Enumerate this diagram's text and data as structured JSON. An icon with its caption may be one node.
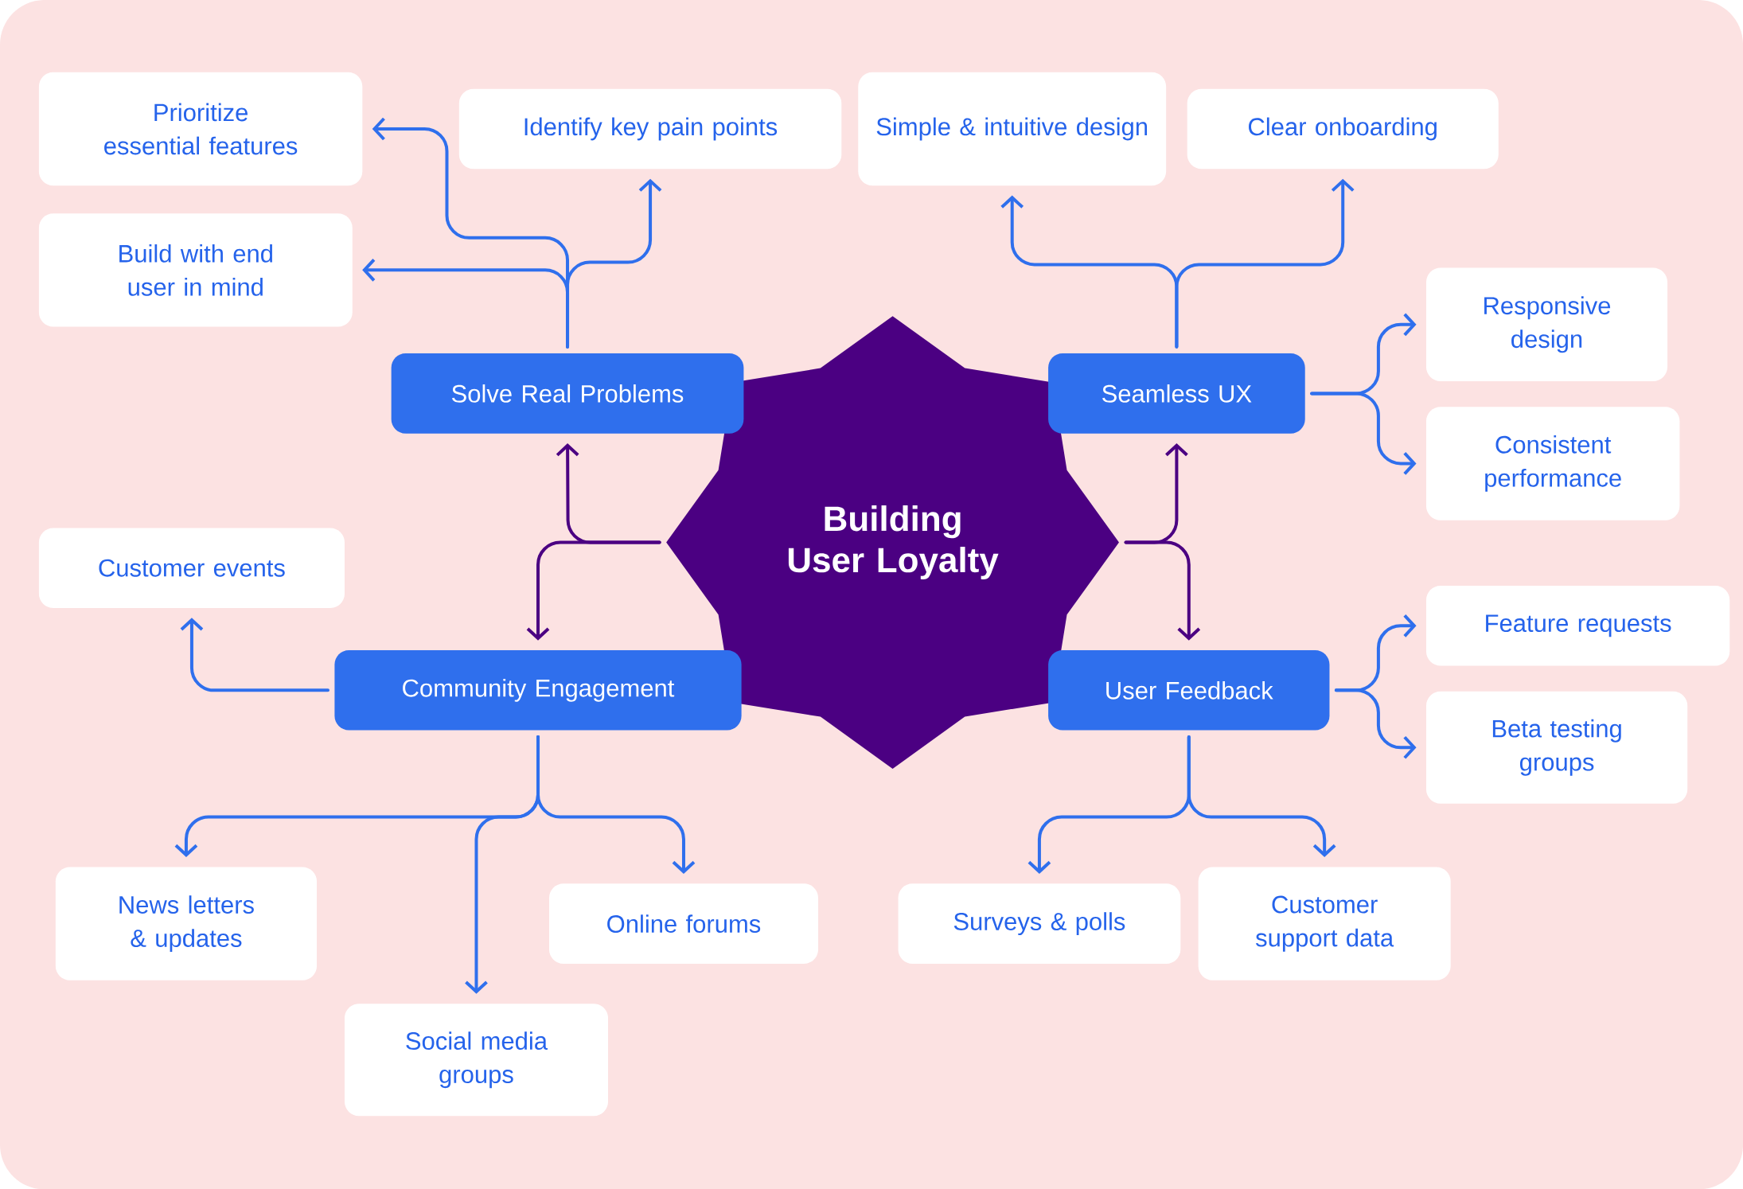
{
  "diagram": {
    "nodes": [
      {
        "text": [
          "Building User Loyalty"
        ]
      },
      {
        "text": [
          "Solve Real Problems"
        ]
      },
      {
        "text": [
          "Seamless UX"
        ]
      },
      {
        "text": [
          "Community Engagement"
        ]
      },
      {
        "text": [
          "User Feedback"
        ]
      },
      {
        "text": [
          "Prioritize essential features"
        ]
      },
      {
        "text": [
          "Identify key pain points"
        ]
      },
      {
        "text": [
          "Build with end user in mind"
        ]
      },
      {
        "text": [
          "Simple & intuitive design"
        ]
      },
      {
        "text": [
          "Clear onboarding"
        ]
      },
      {
        "text": [
          "Responsive design"
        ]
      },
      {
        "text": [
          "Consistent performance"
        ]
      },
      {
        "text": [
          "Customer events"
        ]
      },
      {
        "text": [
          "Feature requests"
        ]
      },
      {
        "text": [
          "Beta testing groups"
        ]
      },
      {
        "text": [
          "News letters & updates"
        ]
      },
      {
        "text": [
          "Online forums"
        ]
      },
      {
        "text": [
          "Surveys & polls"
        ]
      },
      {
        "text": [
          "Customer support data"
        ]
      },
      {
        "text": [
          "Social media groups"
        ]
      }
    ],
    "edges": [
      {
        "from": 0,
        "to": 1,
        "arrow": "to",
        "color": "#4b0082"
      },
      {
        "from": 0,
        "to": 3,
        "arrow": "to",
        "color": "#4b0082"
      },
      {
        "from": 0,
        "to": 2,
        "arrow": "to",
        "color": "#4b0082"
      },
      {
        "from": 0,
        "to": 4,
        "arrow": "to",
        "color": "#4b0082"
      },
      {
        "from": 1,
        "to": 5,
        "arrow": "to"
      },
      {
        "from": 1,
        "to": 6,
        "arrow": "to"
      },
      {
        "from": 1,
        "to": 7,
        "arrow": "to"
      },
      {
        "from": 2,
        "to": 8,
        "arrow": "to"
      },
      {
        "from": 2,
        "to": 9,
        "arrow": "to"
      },
      {
        "from": 2,
        "to": 10,
        "arrow": "to"
      },
      {
        "from": 2,
        "to": 11,
        "arrow": "to"
      },
      {
        "from": 3,
        "to": 12,
        "arrow": "to"
      },
      {
        "from": 3,
        "to": 15,
        "arrow": "to"
      },
      {
        "from": 3,
        "to": 16,
        "arrow": "to"
      },
      {
        "from": 3,
        "to": 19,
        "arrow": "to"
      },
      {
        "from": 4,
        "to": 13,
        "arrow": "to"
      },
      {
        "from": 4,
        "to": 14,
        "arrow": "to"
      },
      {
        "from": 4,
        "to": 17,
        "arrow": "to"
      },
      {
        "from": 4,
        "to": 18,
        "arrow": "to"
      }
    ]
  }
}
